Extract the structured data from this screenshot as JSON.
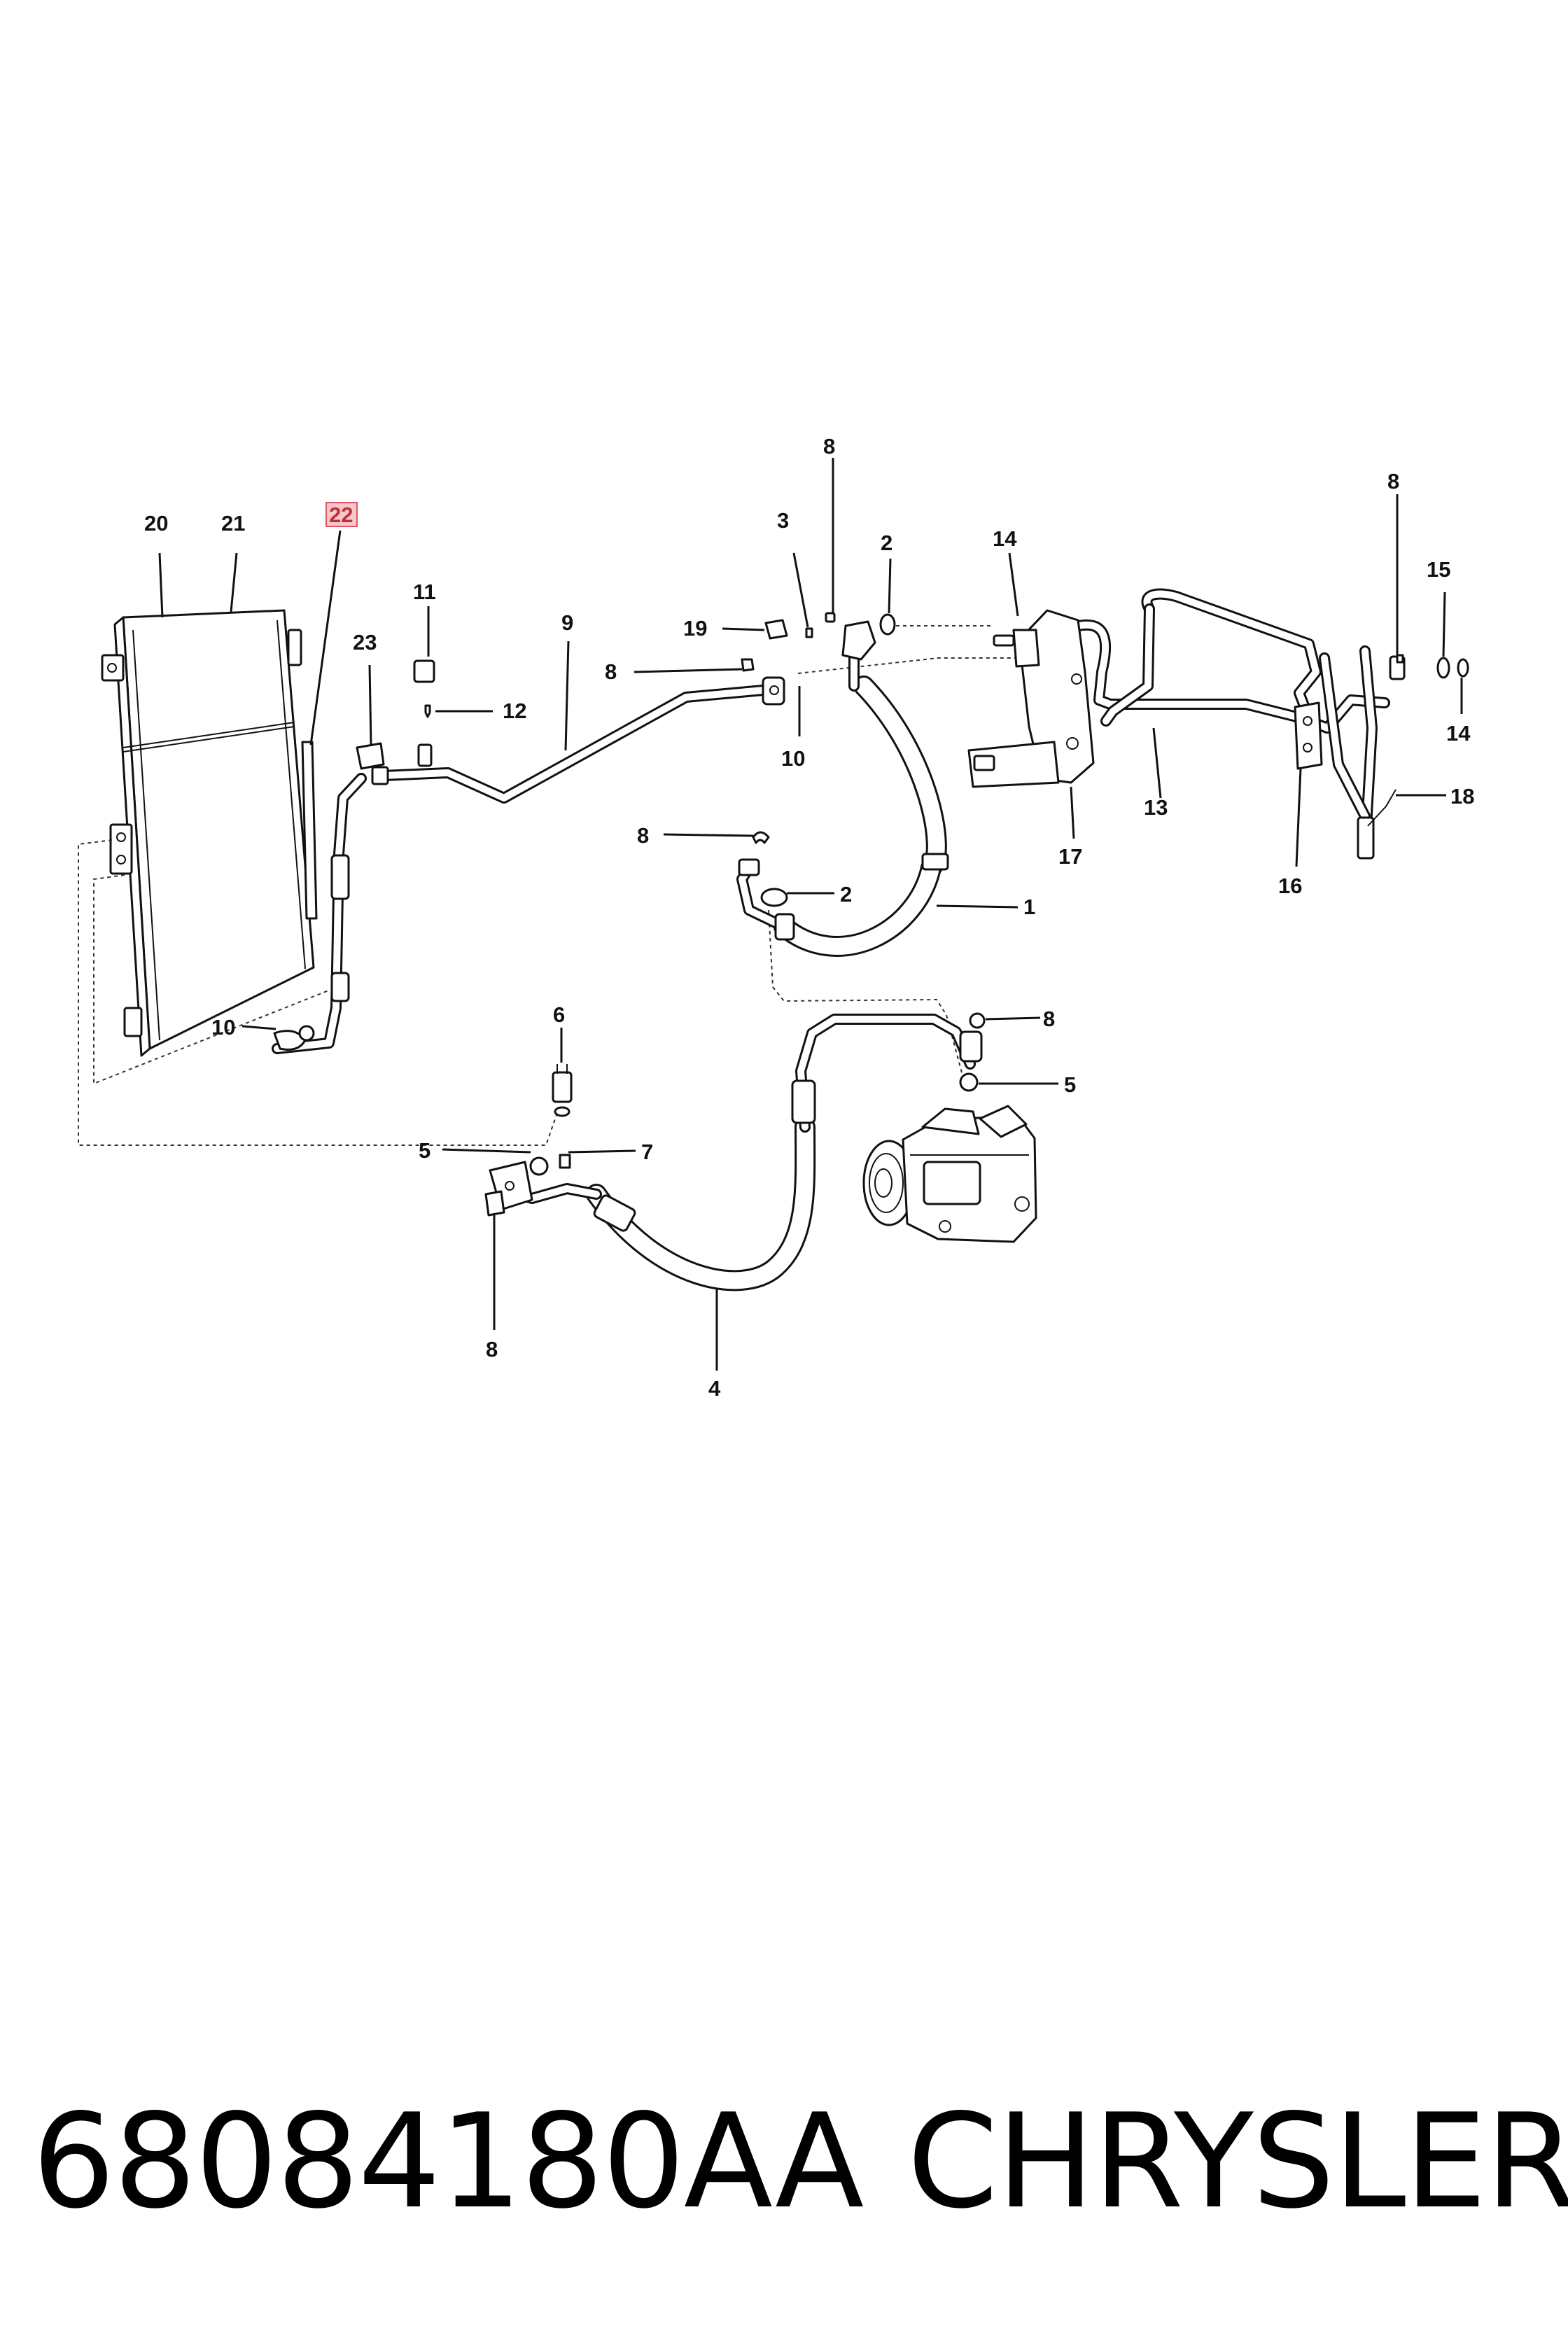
{
  "callouts": {
    "c20": "20",
    "c21": "21",
    "c22": "22",
    "c23": "23",
    "c11": "11",
    "c12": "12",
    "c9": "9",
    "c19": "19",
    "c3": "3",
    "c8_top": "8",
    "c2_top": "2",
    "c14_top": "14",
    "c8_mid": "8",
    "c10_mid": "10",
    "c8_hose": "8",
    "c2_mid": "2",
    "c1": "1",
    "c17": "17",
    "c13": "13",
    "c8_right": "8",
    "c15": "15",
    "c14_right": "14",
    "c18": "18",
    "c16": "16",
    "c10_low": "10",
    "c6": "6",
    "c5_left": "5",
    "c7": "7",
    "c8_low": "8",
    "c8_comp": "8",
    "c5_comp": "5",
    "c4": "4"
  },
  "highlight": {
    "callout": "22",
    "color": "#e05560"
  },
  "footer": {
    "part_number": "68084180AA",
    "brand": "CHRYSLER"
  }
}
